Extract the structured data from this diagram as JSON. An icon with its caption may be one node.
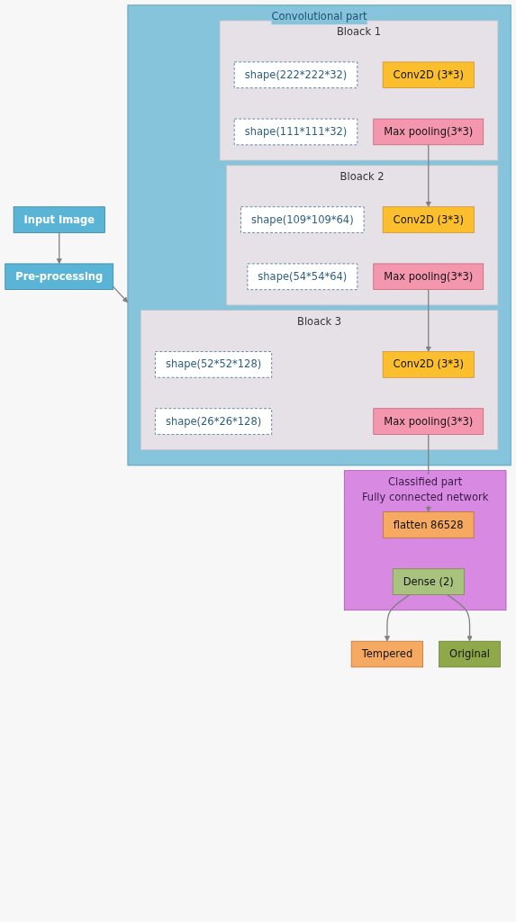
{
  "diagram": {
    "nodes": [
      {
        "text": [
          "Input Image"
        ]
      },
      {
        "text": [
          "Pre-processing"
        ]
      },
      {
        "text": [
          "Convolutional part"
        ]
      },
      {
        "text": [
          "Bloack 1"
        ],
        "in": 2
      },
      {
        "text": [
          "shape(222*222*32)"
        ],
        "in": 3
      },
      {
        "text": [
          "Conv2D (3*3)"
        ],
        "in": 3
      },
      {
        "text": [
          "shape(111*111*32)"
        ],
        "in": 3
      },
      {
        "text": [
          "Max pooling(3*3)"
        ],
        "in": 3
      },
      {
        "text": [
          "Bloack 2"
        ],
        "in": 2
      },
      {
        "text": [
          "shape(109*109*64)"
        ],
        "in": 8
      },
      {
        "text": [
          "Conv2D (3*3)"
        ],
        "in": 8
      },
      {
        "text": [
          "shape(54*54*64)"
        ],
        "in": 8
      },
      {
        "text": [
          "Max pooling(3*3)"
        ],
        "in": 8
      },
      {
        "text": [
          "Bloack 3"
        ],
        "in": 2
      },
      {
        "text": [
          "shape(52*52*128)"
        ],
        "in": 13
      },
      {
        "text": [
          "Conv2D (3*3)"
        ],
        "in": 13
      },
      {
        "text": [
          "shape(26*26*128)"
        ],
        "in": 13
      },
      {
        "text": [
          "Max pooling(3*3)"
        ],
        "in": 13
      },
      {
        "text": [
          "Classified part",
          "Fully connected network"
        ]
      },
      {
        "text": [
          "flatten 86528"
        ],
        "in": 18
      },
      {
        "text": [
          "Dense (2)"
        ],
        "in": 18
      },
      {
        "text": [
          "Tempered"
        ]
      },
      {
        "text": [
          "Original"
        ]
      }
    ],
    "edges": [
      {
        "from": 0,
        "to": 1,
        "arrow": "to"
      },
      {
        "from": 1,
        "to": 2,
        "arrow": "to"
      },
      {
        "from": 7,
        "to": 10,
        "arrow": "to"
      },
      {
        "from": 12,
        "to": 15,
        "arrow": "to"
      },
      {
        "from": 17,
        "to": 19,
        "arrow": "to"
      },
      {
        "from": 20,
        "to": 21,
        "arrow": "to"
      },
      {
        "from": 20,
        "to": 22,
        "arrow": "to"
      }
    ]
  }
}
